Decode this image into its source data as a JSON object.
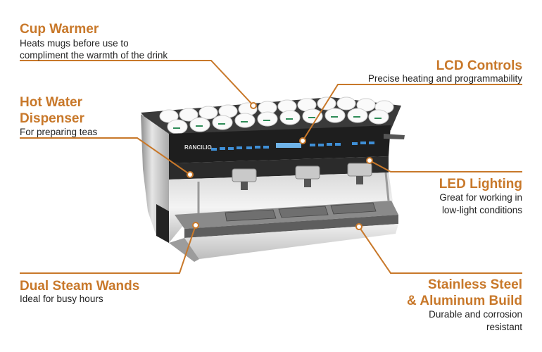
{
  "features": {
    "cup_warmer": {
      "title": "Cup Warmer",
      "desc_line1": "Heats mugs before use to",
      "desc_line2": "compliment the warmth of the drink"
    },
    "lcd_controls": {
      "title": "LCD Controls",
      "desc": "Precise heating and programmability"
    },
    "hot_water": {
      "title_line1": "Hot Water",
      "title_line2": "Dispenser",
      "desc": "For preparing teas"
    },
    "led_lighting": {
      "title": "LED Lighting",
      "desc_line1": "Great for working in",
      "desc_line2": "low-light conditions"
    },
    "steam_wands": {
      "title": "Dual Steam Wands",
      "desc": "Ideal for busy hours"
    },
    "build": {
      "title_line1": "Stainless Steel",
      "title_line2": "& Aluminum Build",
      "desc_line1": "Durable and corrosion",
      "desc_line2": "resistant"
    }
  },
  "machine": {
    "brand_label": "RANCILIO"
  },
  "colors": {
    "accent": "#c8782a",
    "text": "#222222"
  }
}
